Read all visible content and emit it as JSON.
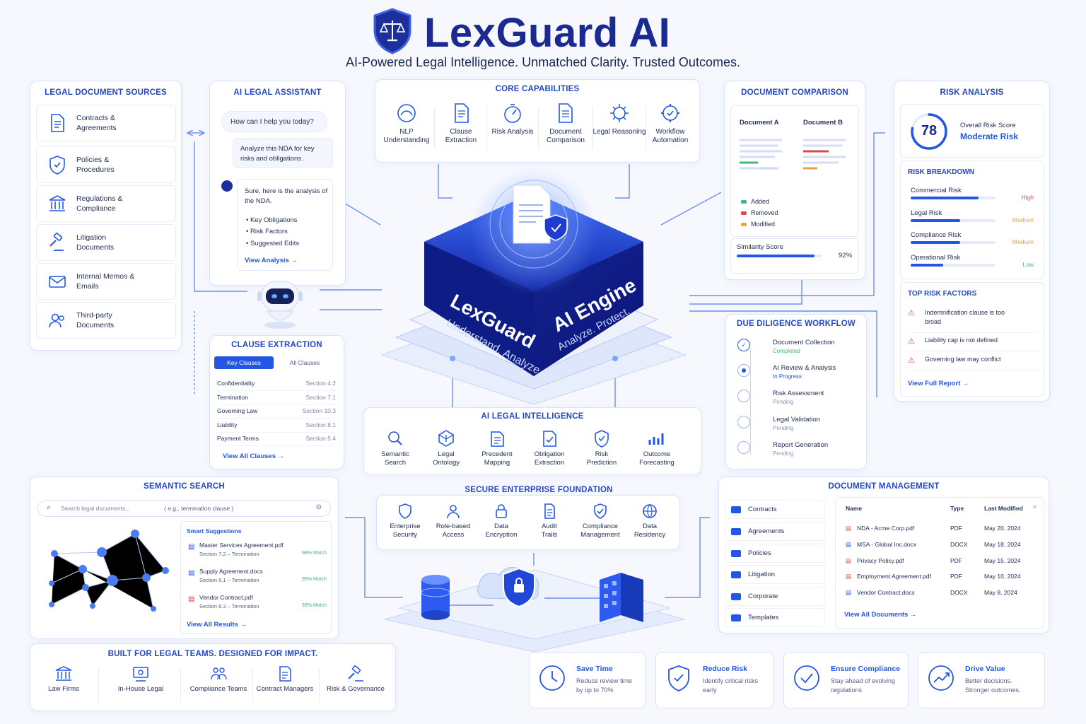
{
  "header": {
    "title": "LexGuard AI",
    "subtitle": "AI-Powered Legal Intelligence. Unmatched Clarity. Trusted Outcomes."
  },
  "sources": {
    "title": "LEGAL DOCUMENT SOURCES",
    "items": [
      {
        "label": "Contracts & Agreements",
        "icon": "document-icon"
      },
      {
        "label": "Policies & Procedures",
        "icon": "shield-icon"
      },
      {
        "label": "Regulations & Compliance",
        "icon": "building-icon"
      },
      {
        "label": "Litigation Documents",
        "icon": "gavel-icon"
      },
      {
        "label": "Internal Memos & Emails",
        "icon": "mail-icon"
      },
      {
        "label": "Third-party Documents",
        "icon": "users-icon"
      }
    ]
  },
  "assistant": {
    "title": "AI LEGAL ASSISTANT",
    "greeting": "How can I help you today?",
    "user_msg": "Analyze this NDA for key risks and obligations.",
    "reply_intro": "Sure, here is the analysis of the NDA.",
    "bullets": [
      "Key Obligations",
      "Risk Factors",
      "Suggested Edits"
    ],
    "link": "View Analysis"
  },
  "capabilities": {
    "title": "CORE CAPABILITIES",
    "items": [
      {
        "label": "NLP Understanding",
        "icon": "nlp-icon"
      },
      {
        "label": "Clause Extraction",
        "icon": "clause-icon"
      },
      {
        "label": "Risk Analysis",
        "icon": "risk-icon"
      },
      {
        "label": "Document Comparison",
        "icon": "compare-icon"
      },
      {
        "label": "Legal Reasoning",
        "icon": "reasoning-icon"
      },
      {
        "label": "Workflow Automation",
        "icon": "workflow-icon"
      }
    ]
  },
  "engine": {
    "left": "LexGuard",
    "left_sub": "Understand. Analyze.",
    "right": "AI Engine",
    "right_sub": "Analyze. Protect."
  },
  "comparison": {
    "title": "DOCUMENT COMPARISON",
    "doc_a": "Document A",
    "doc_b": "Document B",
    "legend": [
      {
        "label": "Added",
        "color": "#3fb77a"
      },
      {
        "label": "Removed",
        "color": "#e04848"
      },
      {
        "label": "Modified",
        "color": "#f2a03a"
      }
    ],
    "similarity_label": "Similarity Score",
    "similarity_value": "92%",
    "similarity": 0.92
  },
  "risk": {
    "title": "RISK ANALYSIS",
    "score": "78",
    "score_label": "Overall Risk Score",
    "level": "Moderate Risk",
    "score_fraction": 0.78,
    "breakdown_title": "RISK BREAKDOWN",
    "breakdown": [
      {
        "label": "Commercial Risk",
        "level": "High",
        "value": 0.8,
        "color": "#e04848"
      },
      {
        "label": "Legal Risk",
        "level": "Medium",
        "value": 0.58,
        "color": "#f2a03a"
      },
      {
        "label": "Compliance Risk",
        "level": "Medium",
        "value": 0.58,
        "color": "#f2a03a"
      },
      {
        "label": "Operational Risk",
        "level": "Low",
        "value": 0.38,
        "color": "#3fb77a"
      }
    ],
    "factors_title": "TOP RISK FACTORS",
    "factors": [
      "Indemnification clause is too broad",
      "Liability cap is not defined",
      "Governing law may conflict"
    ],
    "link": "View Full Report"
  },
  "clause": {
    "title": "CLAUSE EXTRACTION",
    "tab_active": "Key Clauses",
    "tab_other": "All Clauses",
    "rows": [
      {
        "name": "Confidentiality",
        "section": "Section 4.2"
      },
      {
        "name": "Termination",
        "section": "Section 7.1"
      },
      {
        "name": "Governing Law",
        "section": "Section 10.3"
      },
      {
        "name": "Liability",
        "section": "Section 8.1"
      },
      {
        "name": "Payment Terms",
        "section": "Section 5.4"
      }
    ],
    "link": "View All Clauses"
  },
  "intelligence": {
    "title": "AI LEGAL INTELLIGENCE",
    "items": [
      {
        "label": "Semantic Search"
      },
      {
        "label": "Legal Ontology"
      },
      {
        "label": "Precedent Mapping"
      },
      {
        "label": "Obligation Extraction"
      },
      {
        "label": "Risk Prediction"
      },
      {
        "label": "Outcome Forecasting"
      }
    ]
  },
  "diligence": {
    "title": "DUE DILIGENCE WORKFLOW",
    "steps": [
      {
        "name": "Document Collection",
        "status": "Completed"
      },
      {
        "name": "AI Review & Analysis",
        "status": "In Progress"
      },
      {
        "name": "Risk Assessment",
        "status": "Pending"
      },
      {
        "name": "Legal Validation",
        "status": "Pending"
      },
      {
        "name": "Report Generation",
        "status": "Pending"
      }
    ]
  },
  "search": {
    "title": "SEMANTIC SEARCH",
    "placeholder": "Search legal documents...",
    "hint": "( e.g., termination clause )",
    "suggest_title": "Smart Suggestions",
    "results": [
      {
        "name": "Master Services Agreement.pdf",
        "section": "Section 7.2 – Termination",
        "match": "98% Match"
      },
      {
        "name": "Supply Agreement.docx",
        "section": "Section 6.1 – Termination",
        "match": "95% Match"
      },
      {
        "name": "Vendor Contract.pdf",
        "section": "Section 8.3 – Termination",
        "match": "93% Match"
      }
    ],
    "link": "View All Results"
  },
  "foundation": {
    "title": "SECURE ENTERPRISE FOUNDATION",
    "items": [
      {
        "label": "Enterprise Security"
      },
      {
        "label": "Role-based Access"
      },
      {
        "label": "Data Encryption"
      },
      {
        "label": "Audit Trails"
      },
      {
        "label": "Compliance Management"
      },
      {
        "label": "Data Residency"
      }
    ]
  },
  "docs": {
    "title": "DOCUMENT MANAGEMENT",
    "folders": [
      "Contracts",
      "Agreements",
      "Policies",
      "Litigation",
      "Corporate",
      "Templates"
    ],
    "headers": {
      "name": "Name",
      "type": "Type",
      "modified": "Last Modified"
    },
    "rows": [
      {
        "name": "NDA - Acme Corp.pdf",
        "type": "PDF",
        "date": "May 20, 2024"
      },
      {
        "name": "MSA - Global Inc.docx",
        "type": "DOCX",
        "date": "May 18, 2024"
      },
      {
        "name": "Privacy Policy.pdf",
        "type": "PDF",
        "date": "May 15, 2024"
      },
      {
        "name": "Employment Agreement.pdf",
        "type": "PDF",
        "date": "May 10, 2024"
      },
      {
        "name": "Vendor Contract.docx",
        "type": "DOCX",
        "date": "May 8, 2024"
      }
    ],
    "link": "View All Documents"
  },
  "teams": {
    "title": "BUILT FOR LEGAL TEAMS. DESIGNED FOR IMPACT.",
    "items": [
      "Law Firms",
      "In-House Legal",
      "Compliance Teams",
      "Contract Managers",
      "Risk & Governance"
    ]
  },
  "benefits": [
    {
      "title": "Save Time",
      "desc1": "Reduce review time",
      "desc2": "by up to 70%"
    },
    {
      "title": "Reduce Risk",
      "desc1": "Identify critical risks",
      "desc2": "early"
    },
    {
      "title": "Ensure Compliance",
      "desc1": "Stay ahead of evolving",
      "desc2": "regulations"
    },
    {
      "title": "Drive Value",
      "desc1": "Better decisions.",
      "desc2": "Stronger outcomes."
    }
  ],
  "colors": {
    "accent": "#2456e6",
    "navy": "#1b2a8f",
    "high": "#e04848",
    "medium": "#f2a03a",
    "low": "#3fb77a"
  }
}
